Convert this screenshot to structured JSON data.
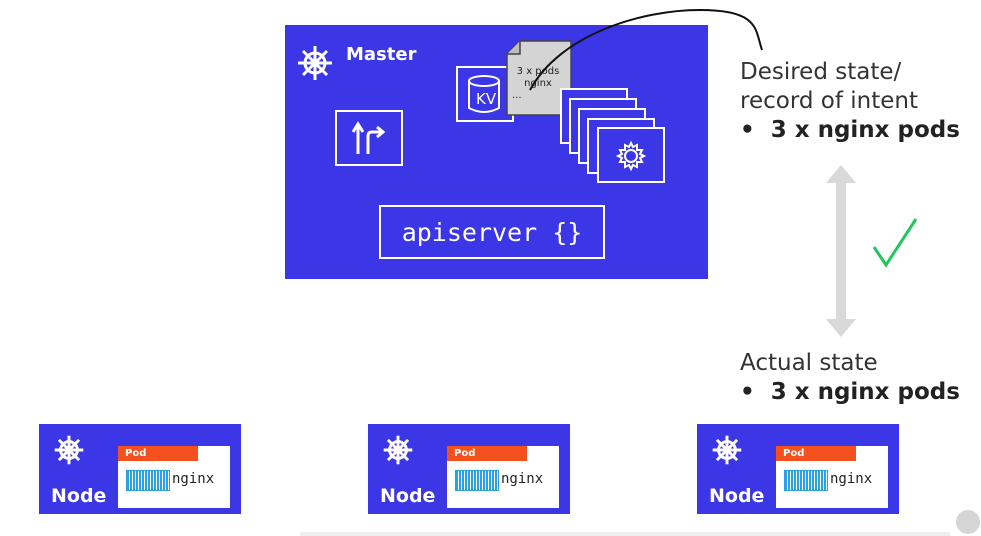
{
  "master": {
    "title": "Master",
    "kv_label": "KV",
    "doc_lines": [
      "3 x pods",
      "nginx",
      "..."
    ],
    "apiserver_label": "apiserver {}"
  },
  "desired": {
    "line1": "Desired state/",
    "line2": "record of intent",
    "bullet": "•",
    "item": "3 x nginx pods"
  },
  "actual": {
    "line1": "Actual state",
    "bullet": "•",
    "item": "3 x nginx pods"
  },
  "nodes": [
    {
      "label": "Node",
      "pod_tag": "Pod",
      "container": "nginx"
    },
    {
      "label": "Node",
      "pod_tag": "Pod",
      "container": "nginx"
    },
    {
      "label": "Node",
      "pod_tag": "Pod",
      "container": "nginx"
    }
  ],
  "colors": {
    "master_bg": "#3b36e6",
    "pod_tag": "#f4511e",
    "container": "#29a3e0",
    "check": "#22c55e",
    "arrow": "#d9d9d9"
  },
  "icons": [
    "helm-wheel-icon",
    "database-icon",
    "route-arrow-icon",
    "gear-icon",
    "document-icon",
    "checkmark-icon",
    "double-arrow-icon",
    "container-icon",
    "play-icon"
  ]
}
